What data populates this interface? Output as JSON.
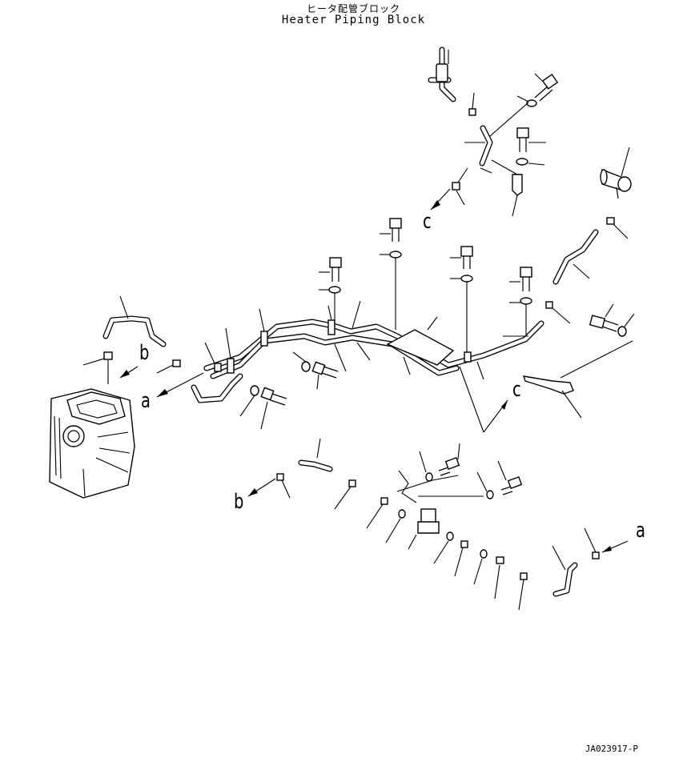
{
  "header": {
    "title_jp": "ヒータ配管ブロック",
    "title_en": "Heater Piping Block"
  },
  "callouts": {
    "a_left": "a",
    "b_left": "b",
    "c_top": "c",
    "c_right": "c",
    "b_bottom": "b",
    "a_right": "a"
  },
  "footer": {
    "drawing_code": "JA023917-P"
  }
}
